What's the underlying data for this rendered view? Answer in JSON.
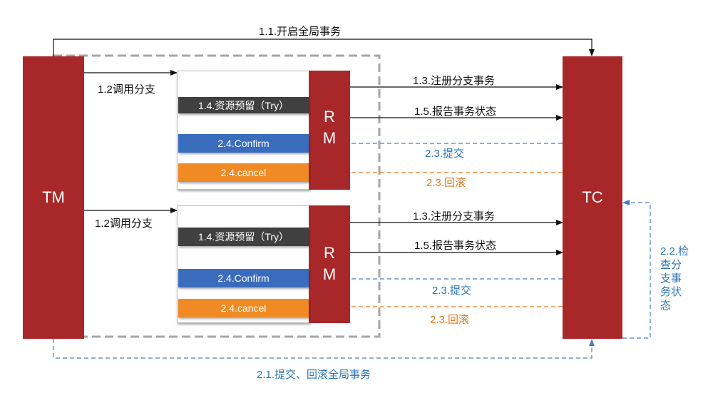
{
  "tm_label": "TM",
  "tc_label": "TC",
  "rm_label_top": "R",
  "rm_label_bottom": "M",
  "edges": {
    "begin_global": "1.1.开启全局事务",
    "call_branch": "1.2调用分支",
    "register_branch": "1.3.注册分支事务",
    "report_status": "1.5.报告事务状态",
    "commit": "2.3.提交",
    "rollback": "2.3.回滚",
    "commit_rollback_global": "2.1.提交、回滚全局事务",
    "check_branch": "2.2.检查分支事务状态",
    "check_branch_lines": [
      "2.2.检",
      "查分",
      "支事",
      "务状",
      "态"
    ]
  },
  "rm_blocks": [
    {
      "try_label": "1.4.资源预留（Try）",
      "confirm_label": "2.4.Confirm",
      "cancel_label": "2.4.cancel"
    },
    {
      "try_label": "1.4.资源预留（Try）",
      "confirm_label": "2.4.Confirm",
      "cancel_label": "2.4.cancel"
    }
  ],
  "colors": {
    "red": "#a8282a",
    "blue": "#2e75b6",
    "orange": "#e07a1f",
    "dark": "#404040"
  }
}
